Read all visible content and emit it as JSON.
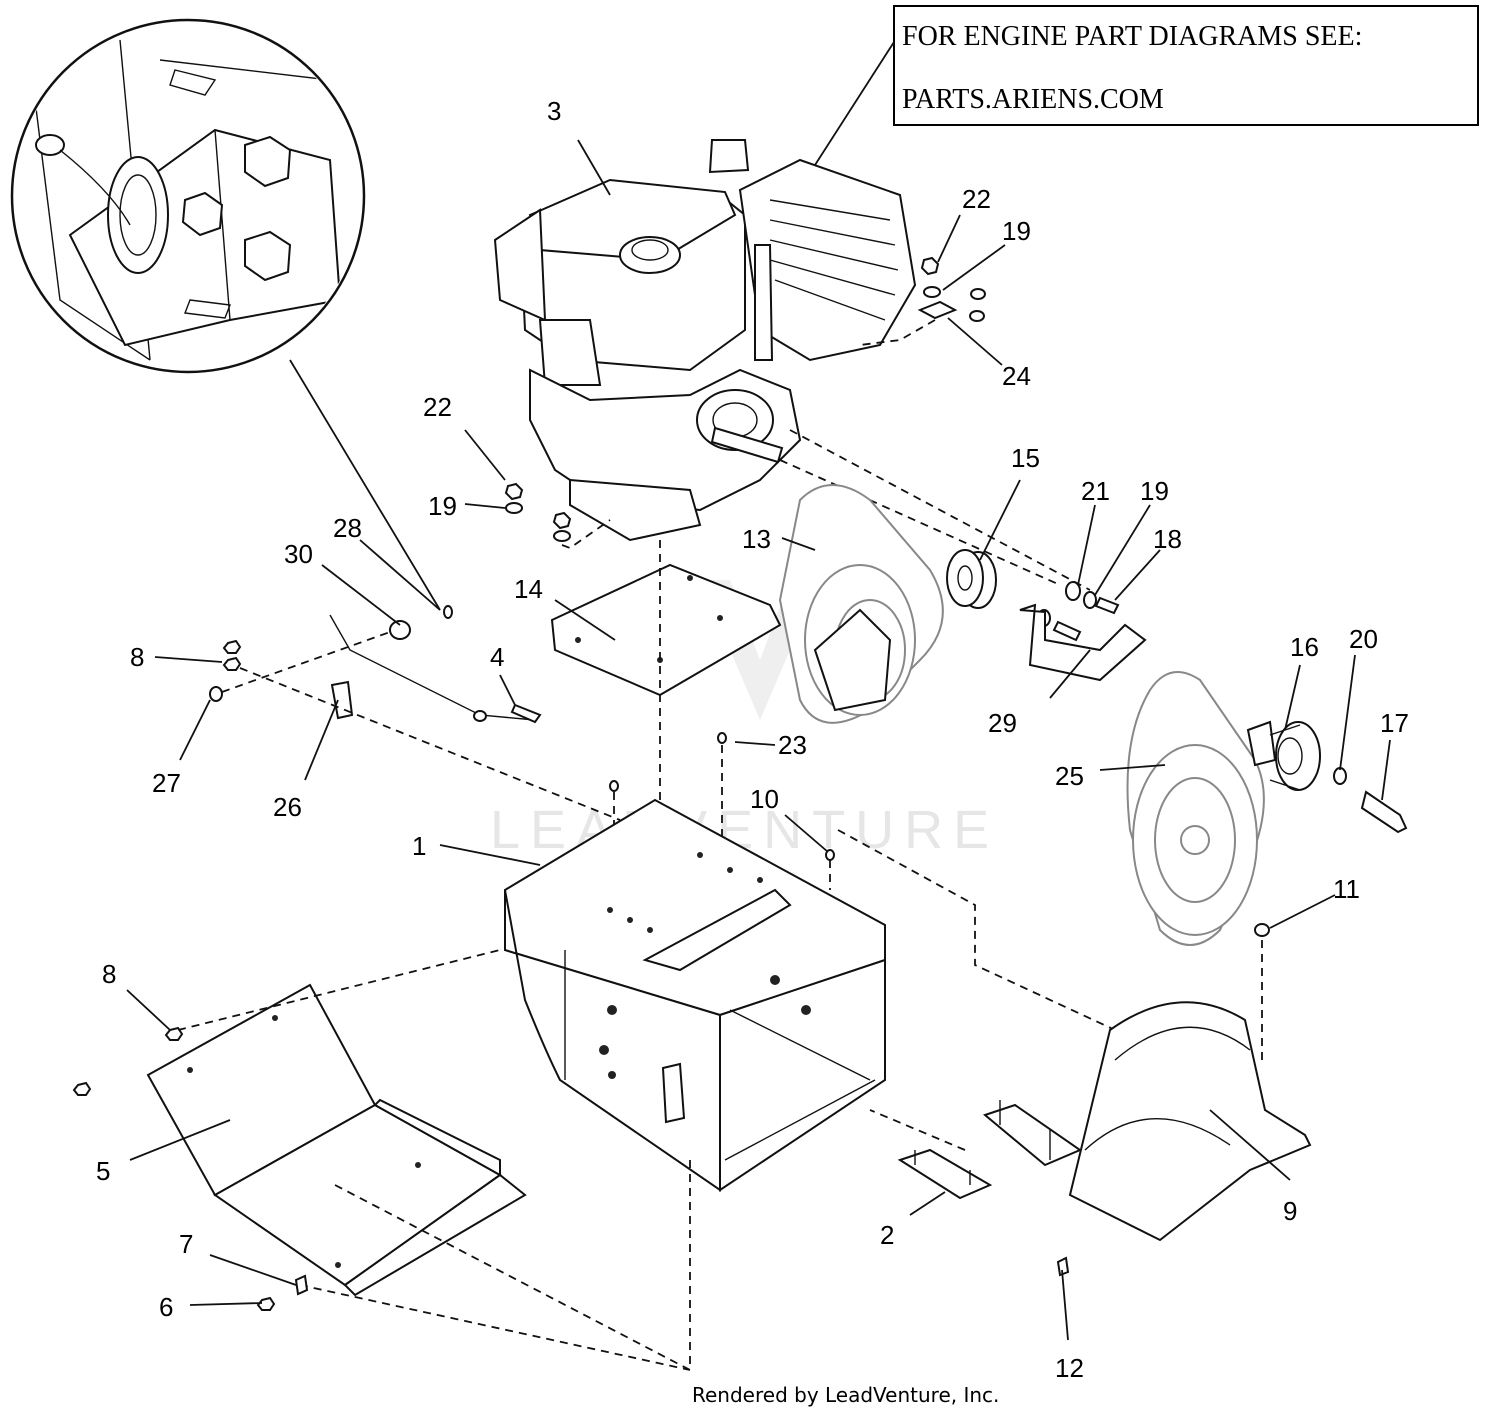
{
  "note_box": {
    "line1": "FOR ENGINE PART DIAGRAMS SEE:",
    "line2": "PARTS.ARIENS.COM"
  },
  "footer": {
    "credit": "Rendered by LeadVenture, Inc."
  },
  "watermark": {
    "text": "LEADVENTURE"
  },
  "callouts": {
    "c1": "1",
    "c2": "2",
    "c3": "3",
    "c4": "4",
    "c5": "5",
    "c6": "6",
    "c7": "7",
    "c8a": "8",
    "c8b": "8",
    "c9": "9",
    "c10": "10",
    "c11": "11",
    "c12": "12",
    "c13": "13",
    "c14": "14",
    "c15": "15",
    "c16": "16",
    "c17": "17",
    "c18": "18",
    "c19a": "19",
    "c19b": "19",
    "c19c": "19",
    "c20": "20",
    "c21": "21",
    "c22a": "22",
    "c22b": "22",
    "c23": "23",
    "c24": "24",
    "c25": "25",
    "c26": "26",
    "c27": "27",
    "c28": "28",
    "c29": "29",
    "c30": "30"
  }
}
